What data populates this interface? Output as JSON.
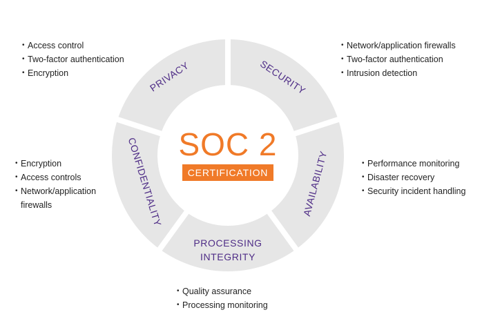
{
  "center": {
    "title": "SOC 2",
    "badge": "CERTIFICATION"
  },
  "segments": [
    {
      "label": "PRIVACY"
    },
    {
      "label": "SECURITY"
    },
    {
      "label": "AVAILABILITY"
    },
    {
      "label_line1": "PROCESSING",
      "label_line2": "INTEGRITY"
    },
    {
      "label": "CONFIDENTIALITY"
    }
  ],
  "lists": {
    "privacy": [
      "Access control",
      "Two-factor authentication",
      "Encryption"
    ],
    "security": [
      "Network/application firewalls",
      "Two-factor authentication",
      "Intrusion detection"
    ],
    "availability": [
      "Performance monitoring",
      "Disaster recovery",
      "Security incident handling"
    ],
    "confidentiality": [
      "Encryption",
      "Access controls",
      "Network/application firewalls"
    ],
    "processing_integrity": [
      "Quality assurance",
      "Processing monitoring"
    ]
  },
  "colors": {
    "accent": "#f07a28",
    "label": "#4e2c86",
    "segment": "#e6e6e6"
  }
}
